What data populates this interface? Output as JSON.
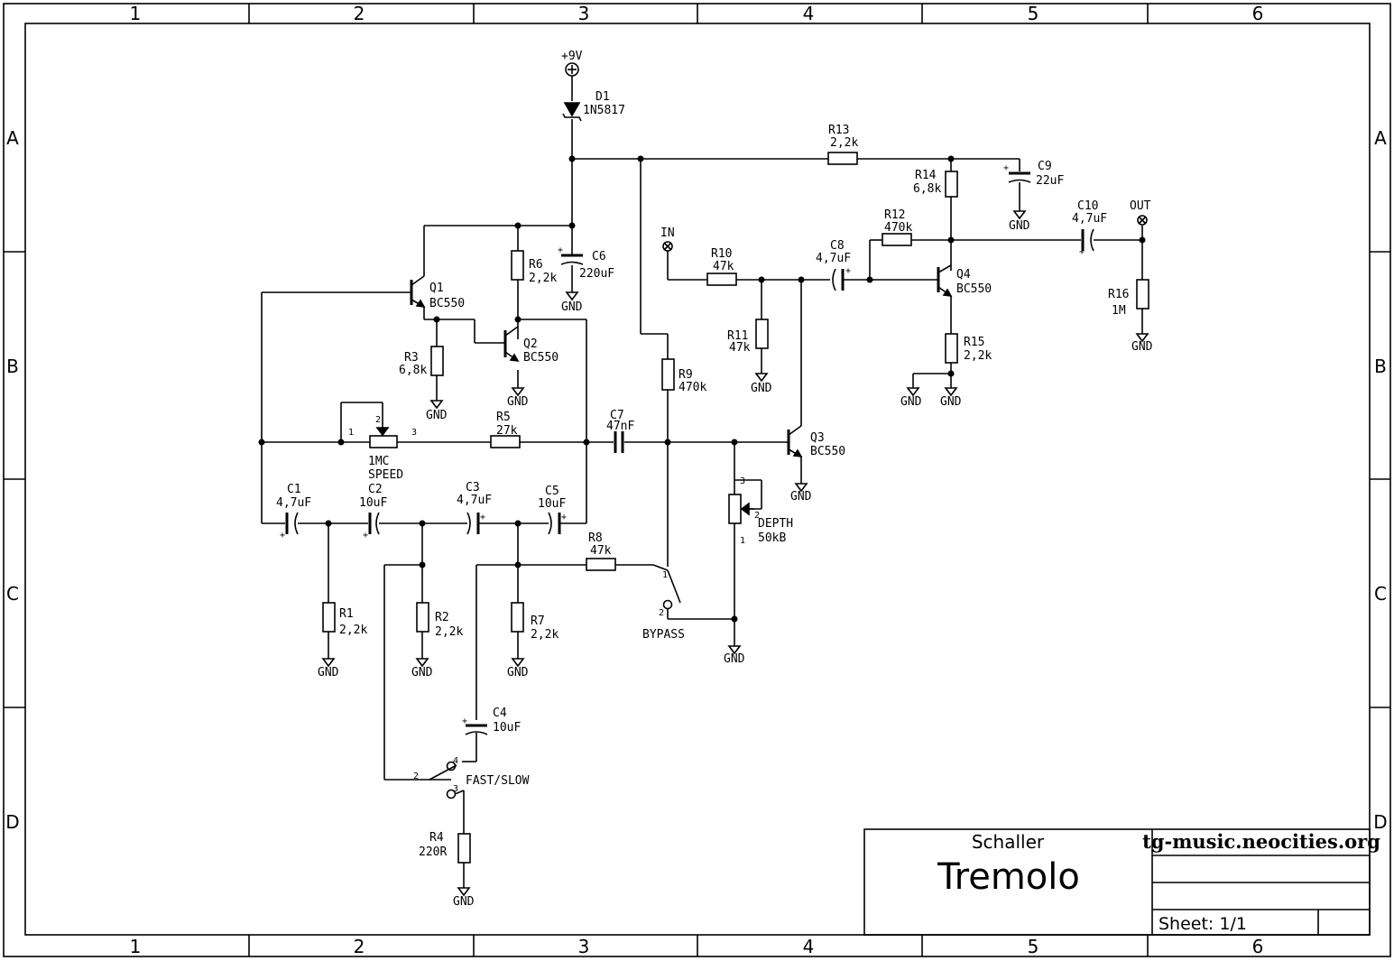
{
  "frame": {
    "columns": [
      "1",
      "2",
      "3",
      "4",
      "5",
      "6"
    ],
    "rows": [
      "A",
      "B",
      "C",
      "D"
    ]
  },
  "title_block": {
    "author": "Schaller",
    "title": "Tremolo",
    "website": "tg-music.neocities.org",
    "sheet": "Sheet: 1/1"
  },
  "power": {
    "supply": "+9V",
    "ground": "GND"
  },
  "components": {
    "D1": {
      "ref": "D1",
      "value": "1N5817"
    },
    "R1": {
      "ref": "R1",
      "value": "2,2k"
    },
    "R2": {
      "ref": "R2",
      "value": "2,2k"
    },
    "R3": {
      "ref": "R3",
      "value": "6,8k"
    },
    "R4": {
      "ref": "R4",
      "value": "220R"
    },
    "R5": {
      "ref": "R5",
      "value": "27k"
    },
    "R6": {
      "ref": "R6",
      "value": "2,2k"
    },
    "R7": {
      "ref": "R7",
      "value": "2,2k"
    },
    "R8": {
      "ref": "R8",
      "value": "47k"
    },
    "R9": {
      "ref": "R9",
      "value": "470k"
    },
    "R10": {
      "ref": "R10",
      "value": "47k"
    },
    "R11": {
      "ref": "R11",
      "value": "47k"
    },
    "R12": {
      "ref": "R12",
      "value": "470k"
    },
    "R13": {
      "ref": "R13",
      "value": "2,2k"
    },
    "R14": {
      "ref": "R14",
      "value": "6,8k"
    },
    "R15": {
      "ref": "R15",
      "value": "2,2k"
    },
    "R16": {
      "ref": "R16",
      "value": "1M"
    },
    "C1": {
      "ref": "C1",
      "value": "4,7uF"
    },
    "C2": {
      "ref": "C2",
      "value": "10uF"
    },
    "C3": {
      "ref": "C3",
      "value": "4,7uF"
    },
    "C4": {
      "ref": "C4",
      "value": "10uF"
    },
    "C5": {
      "ref": "C5",
      "value": "10uF"
    },
    "C6": {
      "ref": "C6",
      "value": "220uF"
    },
    "C7": {
      "ref": "C7",
      "value": "47nF"
    },
    "C8": {
      "ref": "C8",
      "value": "4,7uF"
    },
    "C9": {
      "ref": "C9",
      "value": "22uF"
    },
    "C10": {
      "ref": "C10",
      "value": "4,7uF"
    },
    "Q1": {
      "ref": "Q1",
      "value": "BC550"
    },
    "Q2": {
      "ref": "Q2",
      "value": "BC550"
    },
    "Q3": {
      "ref": "Q3",
      "value": "BC550"
    },
    "Q4": {
      "ref": "Q4",
      "value": "BC550"
    },
    "SPEED": {
      "value": "1MC",
      "name": "SPEED"
    },
    "DEPTH": {
      "name": "DEPTH",
      "value": "50kB"
    },
    "BYPASS": {
      "name": "BYPASS"
    },
    "FASTSLOW": {
      "name": "FAST/SLOW"
    }
  },
  "connectors": {
    "input": "IN",
    "output": "OUT"
  },
  "pins": {
    "p1": "1",
    "p2": "2",
    "p3": "3",
    "p4": "4"
  }
}
